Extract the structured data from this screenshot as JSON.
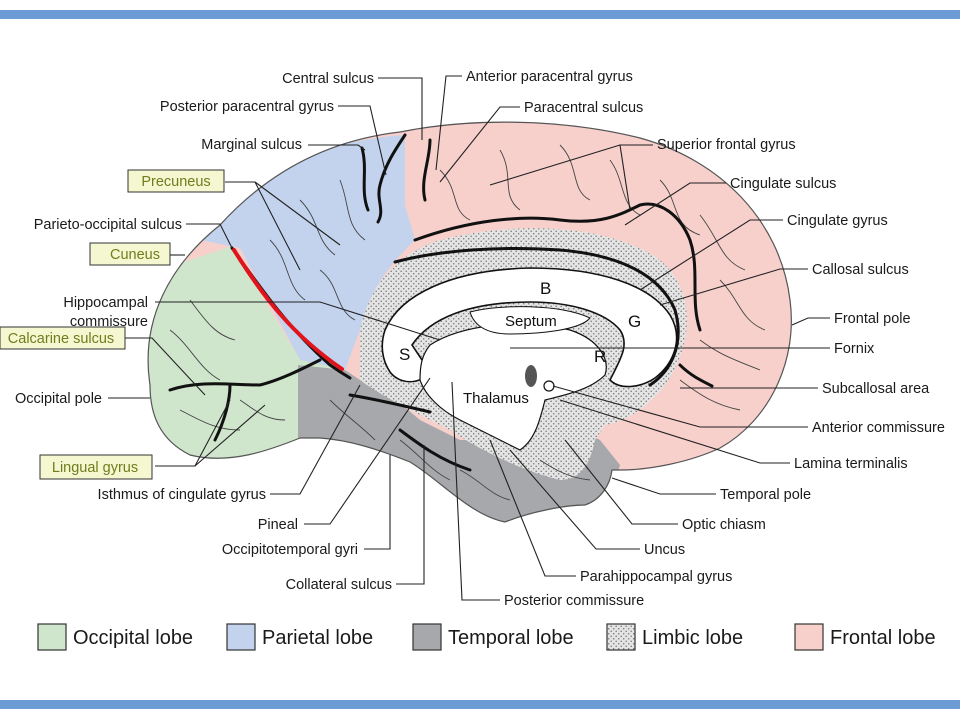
{
  "colors": {
    "frame": "#6d9bd6",
    "occipital": "#cfe6cc",
    "parietal": "#c3d3ee",
    "temporal": "#a7a8ab",
    "limbic": "#e2e2e2",
    "frontal": "#f7d0cc",
    "highlight_box": "#f4f7cf",
    "highlight_text": "#6f7d1e",
    "marker_line": "#e0141a"
  },
  "labels": {
    "central_sulcus": "Central sulcus",
    "anterior_paracentral_gyrus": "Anterior paracentral gyrus",
    "posterior_paracentral_gyrus": "Posterior paracentral gyrus",
    "paracentral_sulcus": "Paracentral sulcus",
    "marginal_sulcus": "Marginal sulcus",
    "superior_frontal_gyrus": "Superior frontal gyrus",
    "precuneus": "Precuneus",
    "cingulate_sulcus": "Cingulate sulcus",
    "parieto_occipital_sulcus": "Parieto-occipital sulcus",
    "cingulate_gyrus": "Cingulate gyrus",
    "cuneus": "Cuneus",
    "callosal_sulcus": "Callosal sulcus",
    "hippocampal_commissure_1": "Hippocampal",
    "hippocampal_commissure_2": "commissure",
    "frontal_pole": "Frontal pole",
    "calcarine_sulcus": "Calcarine sulcus",
    "fornix": "Fornix",
    "subcallosal_area": "Subcallosal area",
    "occipital_pole": "Occipital pole",
    "anterior_commissure": "Anterior commissure",
    "lamina_terminalis": "Lamina terminalis",
    "lingual_gyrus": "Lingual gyrus",
    "isthmus": "Isthmus of cingulate gyrus",
    "temporal_pole": "Temporal pole",
    "pineal": "Pineal",
    "optic_chiasm": "Optic chiasm",
    "occipitotemporal_gyri": "Occipitotemporal gyri",
    "uncus": "Uncus",
    "parahippocampal_gyrus": "Parahippocampal gyrus",
    "collateral_sulcus": "Collateral sulcus",
    "posterior_commissure": "Posterior commissure"
  },
  "inner_labels": {
    "b": "B",
    "g": "G",
    "s": "S",
    "r": "R",
    "septum": "Septum",
    "thalamus": "Thalamus"
  },
  "legend": [
    {
      "label": "Occipital lobe",
      "color": "#cfe6cc",
      "pattern": false
    },
    {
      "label": "Parietal lobe",
      "color": "#c3d3ee",
      "pattern": false
    },
    {
      "label": "Temporal lobe",
      "color": "#a7a8ab",
      "pattern": false
    },
    {
      "label": "Limbic lobe",
      "color": "#e2e2e2",
      "pattern": true
    },
    {
      "label": "Frontal lobe",
      "color": "#f7d0cc",
      "pattern": false
    }
  ]
}
